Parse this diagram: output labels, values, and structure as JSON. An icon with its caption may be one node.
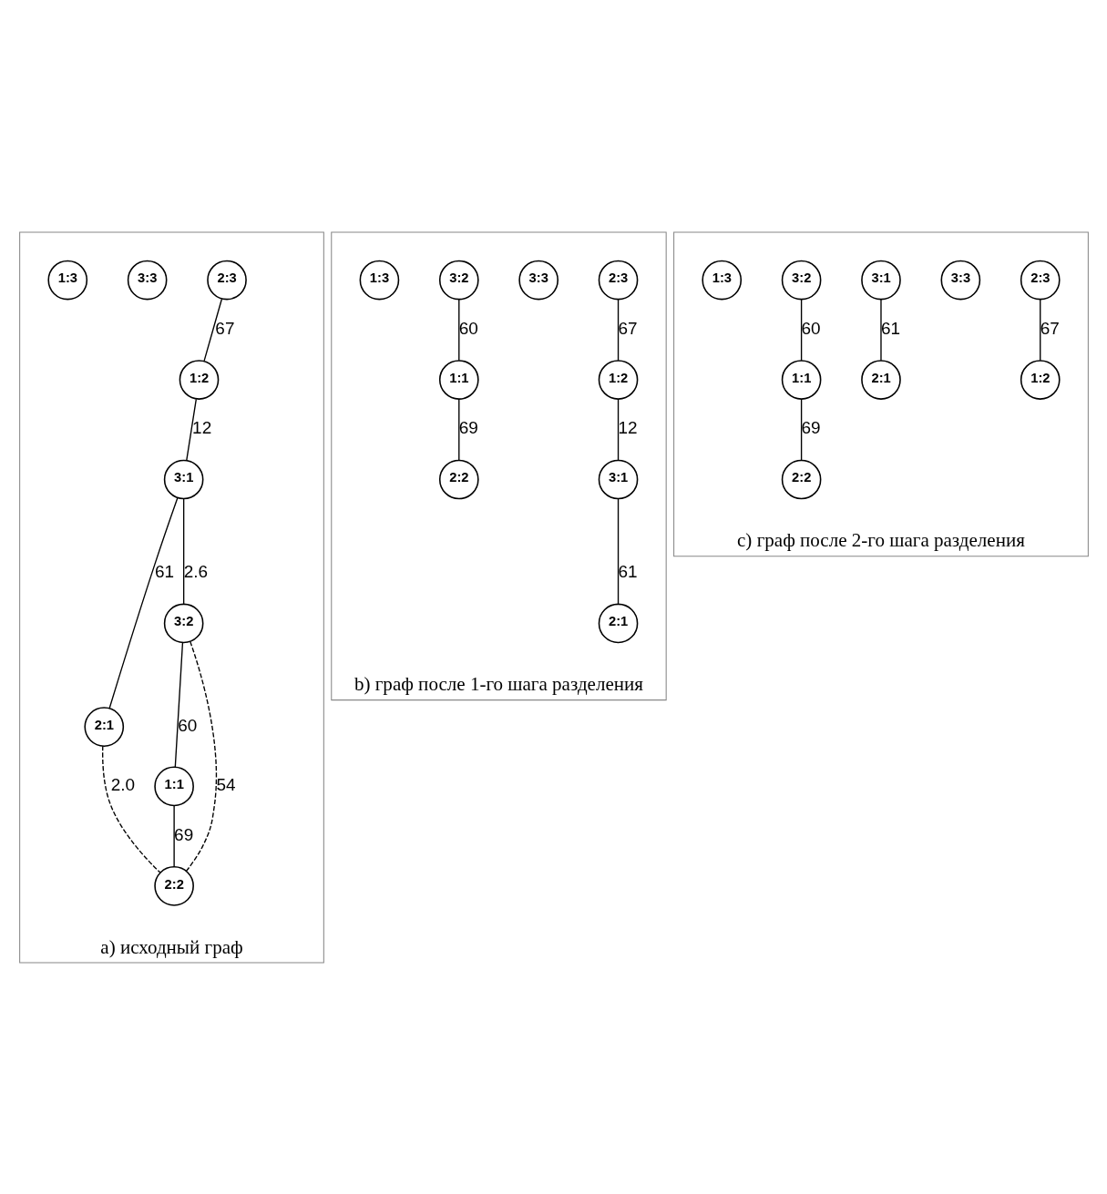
{
  "diagram": {
    "nodes": [
      {
        "text": [
          "a) исходный граф"
        ]
      },
      {
        "text": [
          "2:3"
        ],
        "in": 0
      },
      {
        "text": [
          "1:2"
        ],
        "in": 0
      },
      {
        "text": [
          "3:3"
        ],
        "in": 0
      },
      {
        "text": [
          "3:1"
        ],
        "in": 0
      },
      {
        "text": [
          "2:1"
        ],
        "in": 0
      },
      {
        "text": [
          "3:2"
        ],
        "in": 0
      },
      {
        "text": [
          "1:1"
        ],
        "in": 0
      },
      {
        "text": [
          "2:2"
        ],
        "in": 0
      },
      {
        "text": [
          "1:3"
        ],
        "in": 0
      },
      {
        "text": [
          "b) граф после 1-го шага разделения"
        ]
      },
      {
        "text": [
          "2:3"
        ],
        "in": 10
      },
      {
        "text": [
          "1:2"
        ],
        "in": 10
      },
      {
        "text": [
          "3:3"
        ],
        "in": 10
      },
      {
        "text": [
          "3:1"
        ],
        "in": 10
      },
      {
        "text": [
          "2:1"
        ],
        "in": 10
      },
      {
        "text": [
          "3:2"
        ],
        "in": 10
      },
      {
        "text": [
          "1:1"
        ],
        "in": 10
      },
      {
        "text": [
          "2:2"
        ],
        "in": 10
      },
      {
        "text": [
          "1:3"
        ],
        "in": 10
      },
      {
        "text": [
          "c) граф после 2-го шага разделения"
        ]
      },
      {
        "text": [
          "2:3"
        ],
        "in": 20
      },
      {
        "text": [
          "1:2"
        ],
        "in": 20
      },
      {
        "text": [
          "3:3"
        ],
        "in": 20
      },
      {
        "text": [
          "3:1"
        ],
        "in": 20
      },
      {
        "text": [
          "2:1"
        ],
        "in": 20
      },
      {
        "text": [
          "3:2"
        ],
        "in": 20
      },
      {
        "text": [
          "1:1"
        ],
        "in": 20
      },
      {
        "text": [
          "2:2"
        ],
        "in": 20
      },
      {
        "text": [
          "1:3"
        ],
        "in": 20
      }
    ],
    "edges": [
      {
        "from": 1,
        "to": 2,
        "arrow": "none",
        "label": "67"
      },
      {
        "from": 2,
        "to": 4,
        "arrow": "none",
        "label": "12"
      },
      {
        "from": 4,
        "to": 5,
        "arrow": "none",
        "label": "61"
      },
      {
        "from": 4,
        "to": 6,
        "arrow": "none",
        "label": "2.6"
      },
      {
        "from": 5,
        "to": 8,
        "arrow": "none",
        "label": "2.0",
        "style": "dashed"
      },
      {
        "from": 6,
        "to": 8,
        "arrow": "none",
        "label": "54",
        "style": "dashed"
      },
      {
        "from": 6,
        "to": 7,
        "arrow": "none",
        "label": "60"
      },
      {
        "from": 7,
        "to": 8,
        "arrow": "none",
        "label": "69"
      },
      {
        "from": 11,
        "to": 12,
        "arrow": "none",
        "label": "67"
      },
      {
        "from": 12,
        "to": 14,
        "arrow": "none",
        "label": "12"
      },
      {
        "from": 14,
        "to": 15,
        "arrow": "none",
        "label": "61"
      },
      {
        "from": 16,
        "to": 17,
        "arrow": "none",
        "label": "60"
      },
      {
        "from": 17,
        "to": 18,
        "arrow": "none",
        "label": "69"
      },
      {
        "from": 21,
        "to": 22,
        "arrow": "none",
        "label": "67"
      },
      {
        "from": 24,
        "to": 25,
        "arrow": "none",
        "label": "61"
      },
      {
        "from": 26,
        "to": 27,
        "arrow": "none",
        "label": "60"
      },
      {
        "from": 27,
        "to": 28,
        "arrow": "none",
        "label": "69"
      }
    ]
  }
}
